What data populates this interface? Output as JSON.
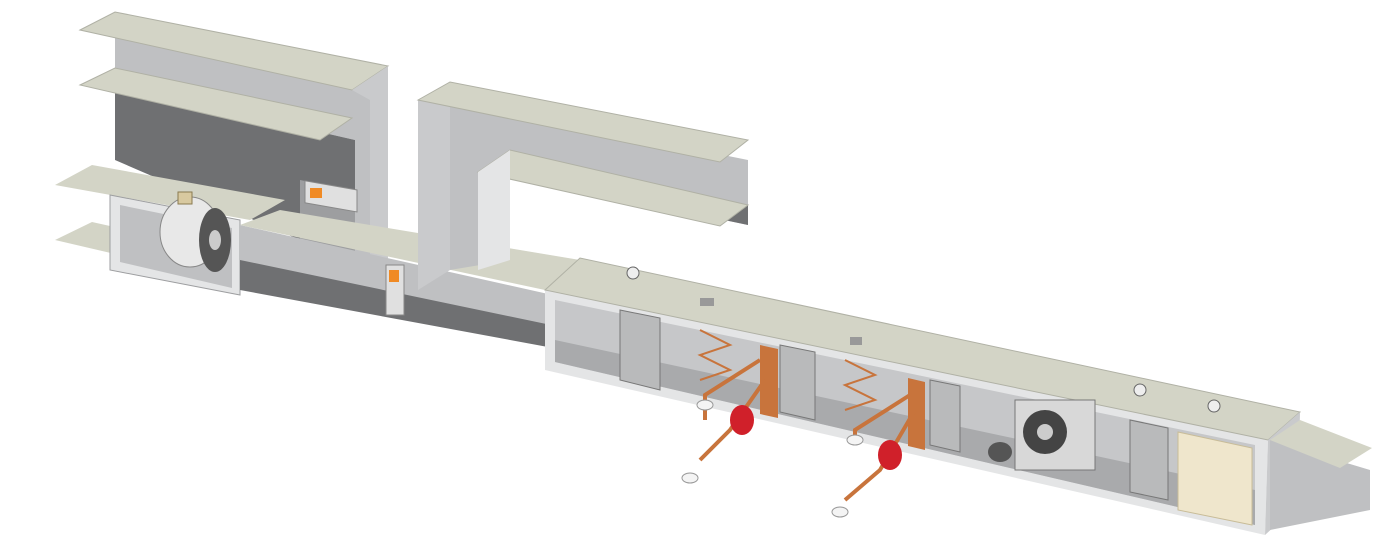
{
  "colors": {
    "background": "#ffffff",
    "duct_top": "#d3d4c6",
    "duct_side": "#bfc0c2",
    "duct_inner": "#9d9ea0",
    "duct_floor": "#6f7072",
    "casing_light": "#e4e5e6",
    "filter": "#b9babb",
    "coil_copper": "#c8743c",
    "pump_red": "#d0202a",
    "damper_orange": "#f08a24",
    "bag_filter": "#efe6cc"
  },
  "components": [
    {
      "name": "axial-fan-section"
    },
    {
      "name": "mixing-dampers"
    },
    {
      "name": "panel-filter"
    },
    {
      "name": "heating-coil"
    },
    {
      "name": "cooling-coil"
    },
    {
      "name": "supply-fan"
    },
    {
      "name": "bag-filter"
    }
  ]
}
